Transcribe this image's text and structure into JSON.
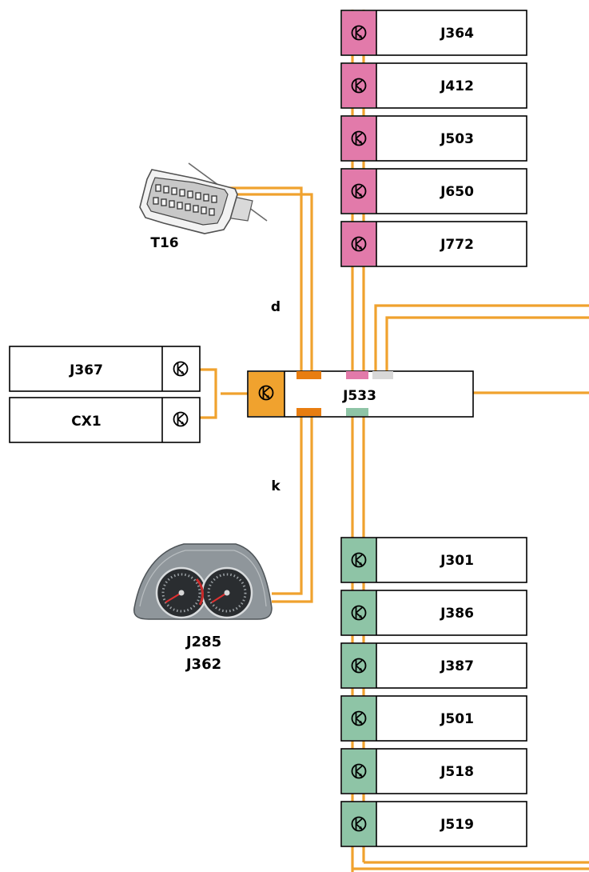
{
  "colors": {
    "wire": "#f0a22e",
    "can_infotainment": "#e27aaa",
    "can_comfort": "#8ec4a6",
    "gateway_strip": "#f0a22e",
    "gateway_mark": "#e87d10",
    "light_mark": "#d8d8d8"
  },
  "icons": {
    "bus_symbol": "transistor-icon",
    "diagnostic_connector": "obd-connector-icon",
    "instrument_cluster": "instrument-cluster-icon"
  },
  "top_modules": [
    {
      "label": "J364"
    },
    {
      "label": "J412"
    },
    {
      "label": "J503"
    },
    {
      "label": "J650"
    },
    {
      "label": "J772"
    }
  ],
  "bottom_modules": [
    {
      "label": "J301"
    },
    {
      "label": "J386"
    },
    {
      "label": "J387"
    },
    {
      "label": "J501"
    },
    {
      "label": "J518"
    },
    {
      "label": "J519"
    }
  ],
  "left_modules": [
    {
      "label": "J367"
    },
    {
      "label": "CX1"
    }
  ],
  "gateway": {
    "label": "J533"
  },
  "connector": {
    "label": "T16"
  },
  "cluster": {
    "label_1": "J285",
    "label_2": "J362"
  },
  "bus_labels": {
    "diagnosis": "d",
    "instrument": "k"
  }
}
